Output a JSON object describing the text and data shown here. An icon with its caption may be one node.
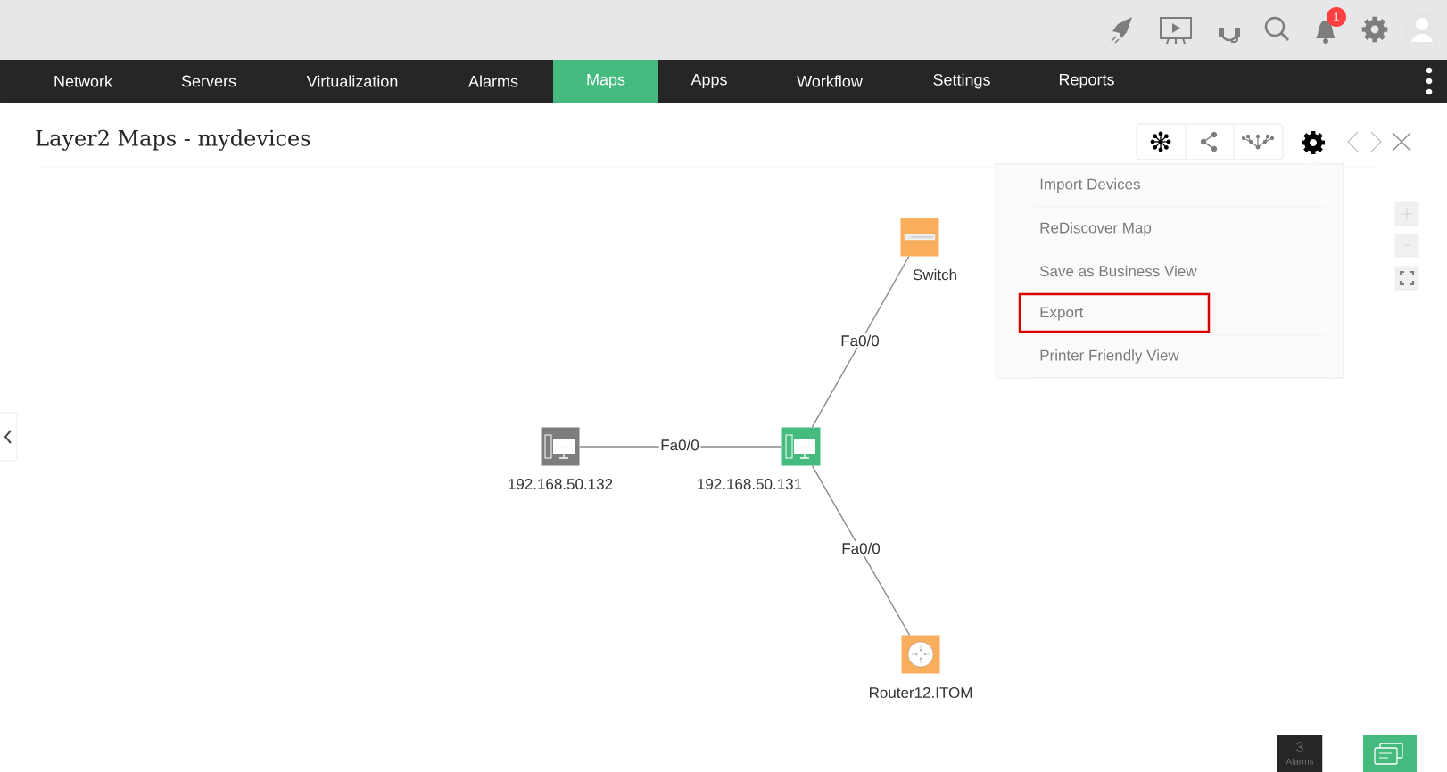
{
  "diagram": {
    "title": "Layer2 Maps - mydevices",
    "nodes": [
      {
        "text": [
          "Switch"
        ]
      },
      {
        "text": [
          "192.168.50.132"
        ]
      },
      {
        "text": [
          "192.168.50.131"
        ]
      },
      {
        "text": [
          "Router12.ITOM"
        ]
      }
    ],
    "edges": [
      {
        "from": 2,
        "to": 0,
        "arrow": "none",
        "label": "Fa0/0"
      },
      {
        "from": 1,
        "to": 2,
        "arrow": "none",
        "label": "Fa0/0"
      },
      {
        "from": 2,
        "to": 3,
        "arrow": "none",
        "label": "Fa0/0"
      }
    ],
    "labels": [
      "Network",
      "Servers",
      "Virtualization",
      "Alarms",
      "Maps",
      "Apps",
      "Workflow",
      "Settings",
      "Reports",
      "1",
      "Import Devices",
      "ReDiscover Map",
      "Save as Business View",
      "Export",
      "Printer Friendly View",
      "3",
      "Alarms"
    ]
  }
}
